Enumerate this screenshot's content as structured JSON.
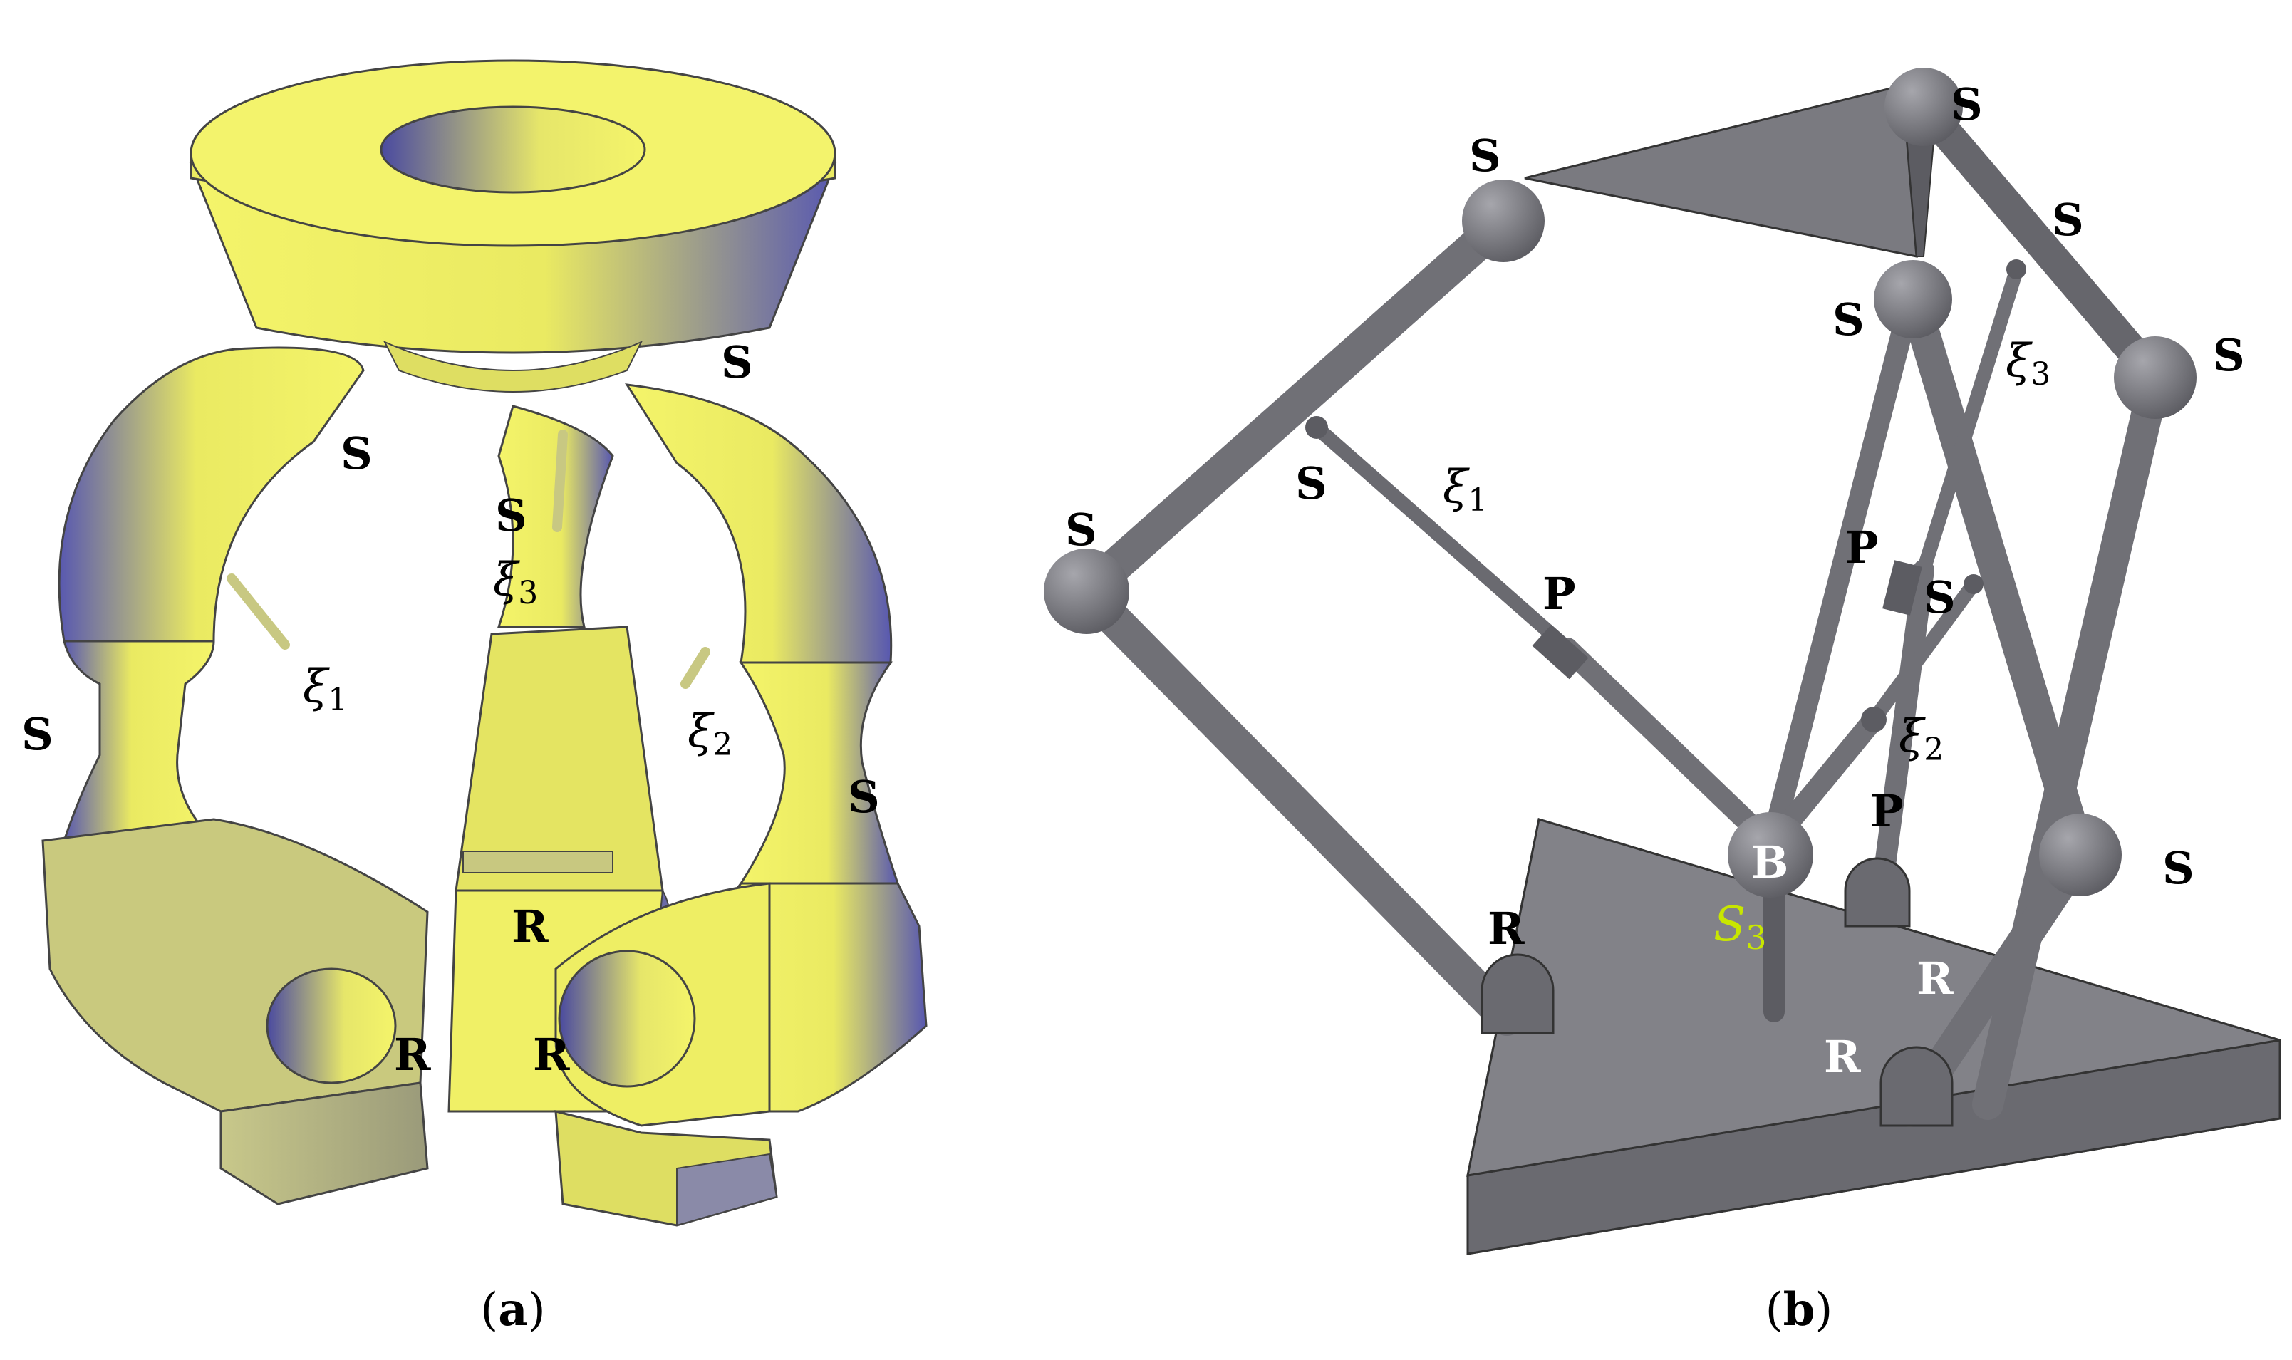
{
  "colors": {
    "yellow": "#f4f46a",
    "yellow_shade": "#6e6ea8",
    "gray": "#7a7a80",
    "gray_dark": "#5c5c62",
    "accent_green": "#c8e600"
  },
  "panel_a": {
    "caption_open": "(",
    "caption_letter": "a",
    "caption_close": ")",
    "labels": {
      "s_top_left": "S",
      "s_top_right": "S",
      "s_mid": "S",
      "s_left": "S",
      "s_right": "S",
      "r_center": "R",
      "r_left": "R",
      "r_right": "R",
      "xi": "ξ",
      "sub1": "1",
      "sub2": "2",
      "sub3": "3"
    }
  },
  "panel_b": {
    "caption_open": "(",
    "caption_letter": "b",
    "caption_close": ")",
    "labels": {
      "s_top_left": "S",
      "s_top_right": "S",
      "s_right1": "S",
      "s_mid_top": "S",
      "s_right2": "S",
      "s_left": "S",
      "s_inner": "S",
      "s_mid": "S",
      "s_low_right": "S",
      "p1": "P",
      "p2": "P",
      "p3": "P",
      "r_left": "R",
      "r_right1": "R",
      "r_right2": "R",
      "b": "B",
      "s3_letter": "S",
      "s3_sub": "3",
      "xi": "ξ",
      "sub1": "1",
      "sub2": "2",
      "sub3": "3"
    }
  }
}
